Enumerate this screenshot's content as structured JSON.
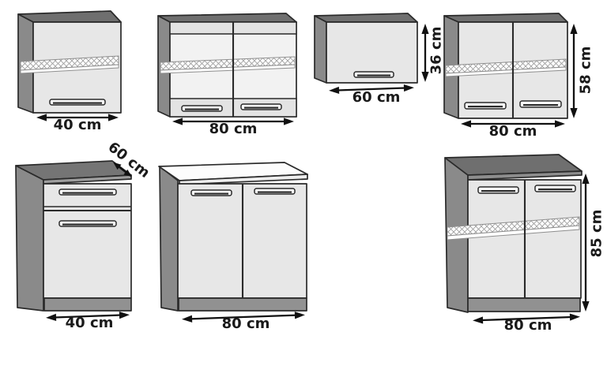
{
  "cabinets": [
    {
      "id": "wall-cabinet-40",
      "width_label": "40 cm"
    },
    {
      "id": "wall-cabinet-80-glass",
      "width_label": "80 cm"
    },
    {
      "id": "wall-cabinet-60",
      "width_label": "60 cm",
      "height_label": "36 cm"
    },
    {
      "id": "wall-cabinet-80",
      "width_label": "80 cm",
      "height_label": "58 cm"
    },
    {
      "id": "base-cabinet-40",
      "width_label": "40 cm",
      "depth_label": "60 cm"
    },
    {
      "id": "base-cabinet-80",
      "width_label": "80 cm"
    },
    {
      "id": "base-cabinet-80-shelf",
      "width_label": "80 cm",
      "height_label": "85 cm"
    }
  ],
  "colors": {
    "background": "#ffffff",
    "outline": "#2a2a2a",
    "front_face": "#e7e7e7",
    "glass": "#f2f2f2",
    "door_strip": "#e3e3e3",
    "side_face": "#8a8a8a",
    "top_face": "#6f6f6f",
    "countertop_gray": "#757575",
    "countertop_white": "#fcfcfc",
    "edge_strip_gray": "#9e9e9e",
    "edge_strip_dark": "#8d8d8d",
    "edge_strip_white": "#ededed",
    "plinth": "#919191",
    "hatch_line": "#8f8f8f",
    "arrow": "#111111",
    "text": "#1a1a1a"
  }
}
